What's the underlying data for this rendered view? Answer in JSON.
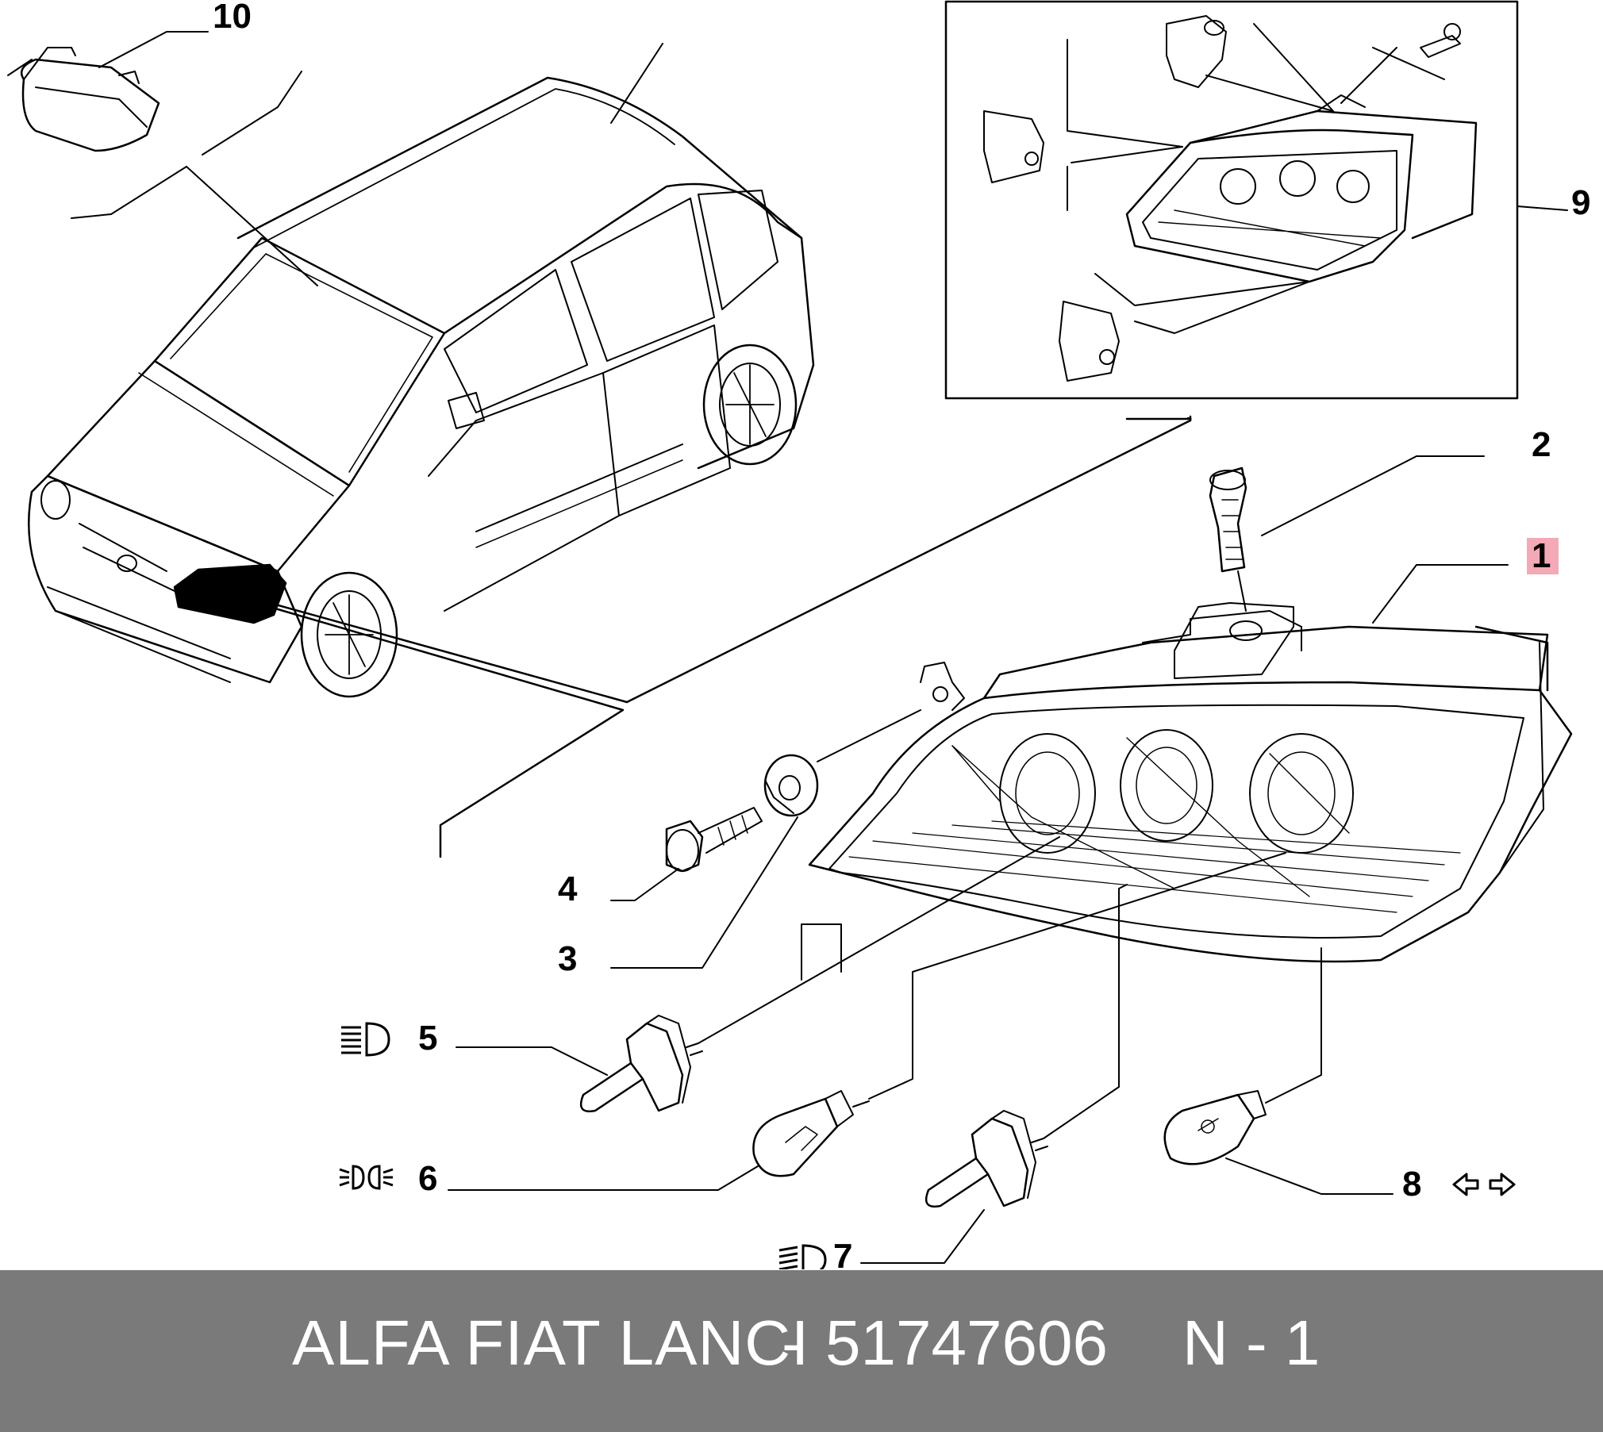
{
  "diagram": {
    "callouts": {
      "c1": "1",
      "c2": "2",
      "c3": "3",
      "c4": "4",
      "c5": "5",
      "c6": "6",
      "c7": "7",
      "c8": "8",
      "c9": "9",
      "c10": "10"
    },
    "highlight_color": "#f4a9b6",
    "line_color": "#000000",
    "icons": {
      "c5": "high-beam-icon",
      "c6": "position-light-icon",
      "c7": "low-beam-icon",
      "c8": "turn-signal-icon"
    }
  },
  "footer": {
    "brand": "ALFA FIAT LANCI",
    "dash": "-",
    "part_number": "51747606",
    "sheet": "N - 1",
    "background": "#7a7a7a",
    "text_color": "#ffffff"
  }
}
